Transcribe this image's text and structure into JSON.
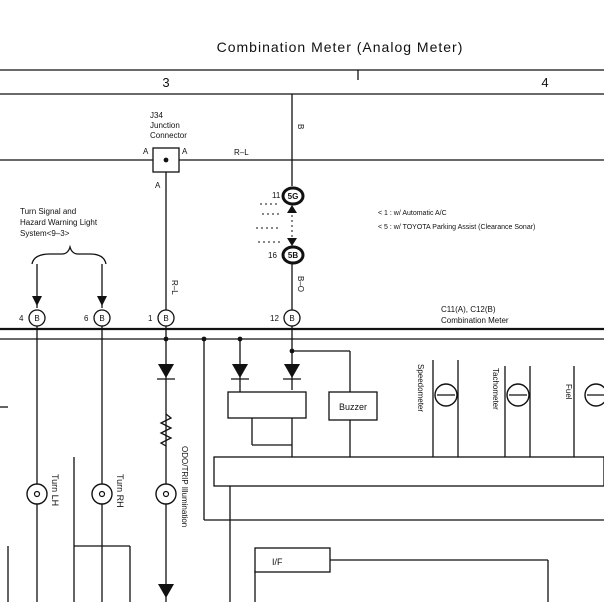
{
  "title": "Combination Meter (Analog Meter)",
  "sections": {
    "s3": "3",
    "s4": "4"
  },
  "junction": {
    "line1": "J34",
    "line2": "Junction",
    "line3": "Connector",
    "pin_a_left": "A",
    "pin_a_right": "A",
    "pin_a_below": "A"
  },
  "wires": {
    "b_top": "B",
    "r_l_horizontal": "R–L",
    "r_l_vertical": "R–L",
    "b_o": "B–O"
  },
  "connectors": {
    "c5g_pin": "11",
    "c5g": "5G",
    "c5b_pin": "16",
    "c5b": "5B",
    "pin4": "4",
    "pin4_letter": "B",
    "pin6": "6",
    "pin6_letter": "B",
    "pin1": "1",
    "pin1_letter": "B",
    "pin12": "12",
    "pin12_letter": "B"
  },
  "notes": {
    "n1": "< 1 : w/ Automatic A/C",
    "n2": "< 5 : w/ TOYOTA Parking Assist (Clearance Sonar)"
  },
  "turn_signal_ref": {
    "line1": "Turn Signal and",
    "line2": "Hazard Warning Light",
    "line3": "System<9–3>"
  },
  "meter_ref": {
    "line1": "C11(A), C12(B)",
    "line2": "Combination Meter"
  },
  "components": {
    "buzzer": "Buzzer",
    "speedometer": "Speedometer",
    "tachometer": "Tachometer",
    "fuel": "Fuel",
    "turn_lh": "Turn LH",
    "turn_rh": "Turn RH",
    "odo": "ODO/TRIP Illumination",
    "if": "I/F"
  }
}
